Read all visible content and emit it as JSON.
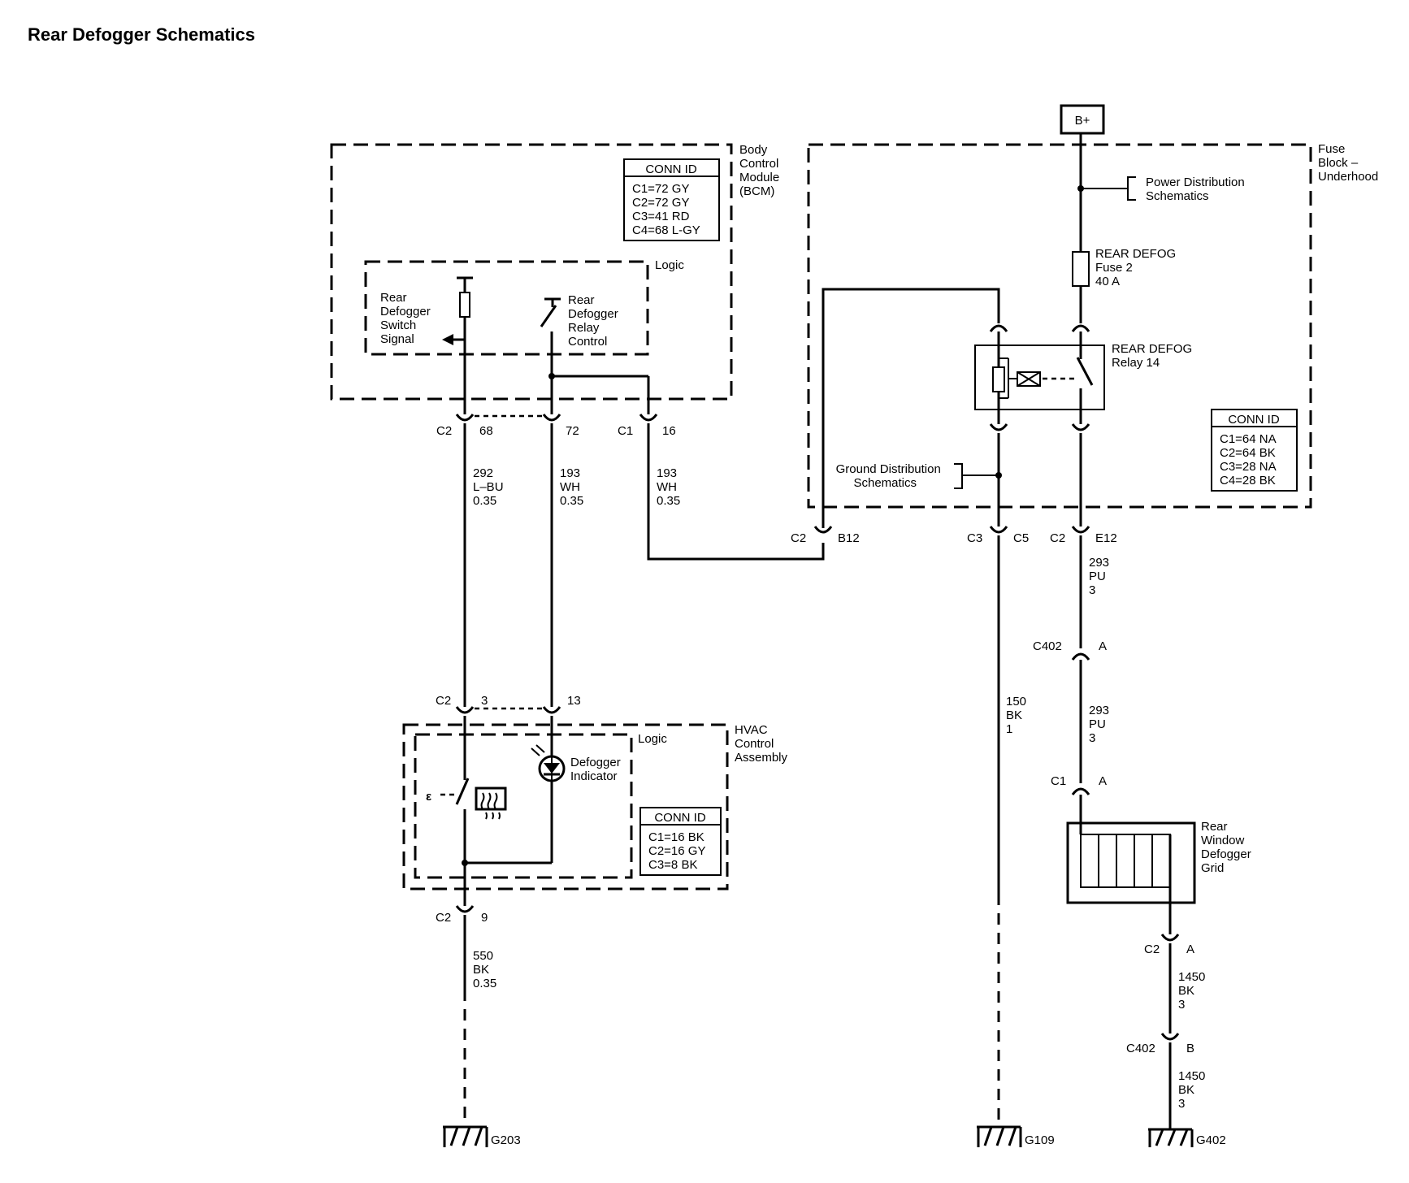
{
  "title": "Rear Defogger Schematics",
  "bcm": {
    "name": [
      "Body",
      "Control",
      "Module",
      "(BCM)"
    ],
    "conn_id": {
      "header": "CONN ID",
      "rows": [
        "C1=72 GY",
        "C2=72 GY",
        "C3=41 RD",
        "C4=68 L-GY"
      ]
    },
    "logic_label": "Logic",
    "switch_signal": [
      "Rear",
      "Defogger",
      "Switch",
      "Signal"
    ],
    "relay_control": [
      "Rear",
      "Defogger",
      "Relay",
      "Control"
    ],
    "pins": {
      "c2": "C2",
      "p68": "68",
      "p72": "72",
      "c1": "C1",
      "p16": "16"
    }
  },
  "fuse_block": {
    "name": [
      "Fuse",
      "Block –",
      "Underhood"
    ],
    "bplus": "B+",
    "power_distribution": [
      "Power Distribution",
      "Schematics"
    ],
    "fuse": [
      "REAR DEFOG",
      "Fuse 2",
      "40 A"
    ],
    "relay": [
      "REAR DEFOG",
      "Relay 14"
    ],
    "ground_distribution": [
      "Ground Distribution",
      "Schematics"
    ],
    "conn_id": {
      "header": "CONN ID",
      "rows": [
        "C1=64 NA",
        "C2=64 BK",
        "C3=28 NA",
        "C4=28 BK"
      ]
    },
    "pins": {
      "c2a": "C2",
      "b12": "B12",
      "c3": "C3",
      "c5": "C5",
      "c2b": "C2",
      "e12": "E12"
    }
  },
  "wires": {
    "w292": [
      "292",
      "L–BU",
      "0.35"
    ],
    "w193a": [
      "193",
      "WH",
      "0.35"
    ],
    "w193b": [
      "193",
      "WH",
      "0.35"
    ],
    "w293a": [
      "293",
      "PU",
      "3"
    ],
    "w293b": [
      "293",
      "PU",
      "3"
    ],
    "w150": [
      "150",
      "BK",
      "1"
    ],
    "w550": [
      "550",
      "BK",
      "0.35"
    ],
    "w1450a": [
      "1450",
      "BK",
      "3"
    ],
    "w1450b": [
      "1450",
      "BK",
      "3"
    ]
  },
  "hvac": {
    "name": [
      "HVAC",
      "Control",
      "Assembly"
    ],
    "logic_label": "Logic",
    "indicator": [
      "Defogger",
      "Indicator"
    ],
    "conn_id": {
      "header": "CONN ID",
      "rows": [
        "C1=16 BK",
        "C2=16 GY",
        "C3=8 BK"
      ]
    },
    "pins": {
      "c2_top": "C2",
      "p3": "3",
      "p13": "13",
      "c2_bot": "C2",
      "p9": "9"
    }
  },
  "connectors": {
    "c402a": "C402",
    "c402a_pin": "A",
    "c1": "C1",
    "c1_pin": "A",
    "c2": "C2",
    "c2_pin": "A",
    "c402b": "C402",
    "c402b_pin": "B"
  },
  "grid_label": [
    "Rear",
    "Window",
    "Defogger",
    "Grid"
  ],
  "grounds": {
    "g203": "G203",
    "g109": "G109",
    "g402": "G402"
  }
}
